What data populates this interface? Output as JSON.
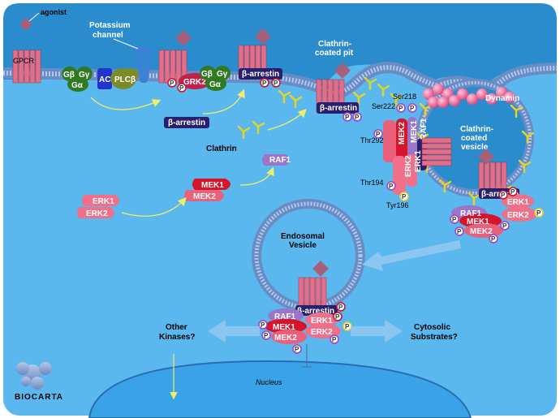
{
  "labels": {
    "agonist": "agonist",
    "gpcr": "GPCR",
    "potassium_channel_line1": "Potassium",
    "potassium_channel_line2": "channel",
    "g_beta": "Gβ",
    "g_gamma": "Gγ",
    "g_alpha": "Gα",
    "ac": "AC",
    "plc_beta": "PLCβ",
    "grk2": "GRK2",
    "beta_arrestin": "β-arrestin",
    "clathrin": "Clathrin",
    "clathrin_pit_line1": "Clathrin-",
    "clathrin_pit_line2": "coated pit",
    "dynamin": "Dynamin",
    "vesicle_line1": "Clathrin-",
    "vesicle_line2": "coated",
    "vesicle_line3": "vesicle",
    "raf1": "RAF1",
    "mek1": "MEK1",
    "mek2": "MEK2",
    "erk1": "ERK1",
    "erk2": "ERK2",
    "ser218": "Ser218",
    "ser222": "Ser222",
    "thr292": "Thr292",
    "thr194": "Thr194",
    "tyr196": "Tyr196",
    "endosomal_line1": "Endosomal",
    "endosomal_line2": "Vesicle",
    "other_kinases_line1": "Other",
    "other_kinases_line2": "Kinases?",
    "cytosolic_line1": "Cytosolic",
    "cytosolic_line2": "Substrates?",
    "nucleus": "Nucleus",
    "phospho": "P",
    "brand": "BIOCARTA"
  },
  "colors": {
    "extracellular": "#2a8ccd",
    "cytoplasm": "#5ab8ee",
    "nucleus": "#3aa2e6",
    "receptor": "#e0708a",
    "agonist": "#a8607a",
    "g_protein": "#2f7a22",
    "ac": "#2233cc",
    "plc": "#7d8a28",
    "grk2": "#c0224a",
    "arrestin": "#28206e",
    "raf1": "#9a76c8",
    "mek1": "#d8142a",
    "mek2": "#e8607a",
    "erk": "#f0708a",
    "dynamin": "#f06a9a",
    "clathrin": "#e8d420",
    "channel": "#3a82d8",
    "phospho_ring_red": "#c41230",
    "phospho_ring_violet": "#a040c8",
    "phospho_ring_yellow": "#e8d020"
  }
}
